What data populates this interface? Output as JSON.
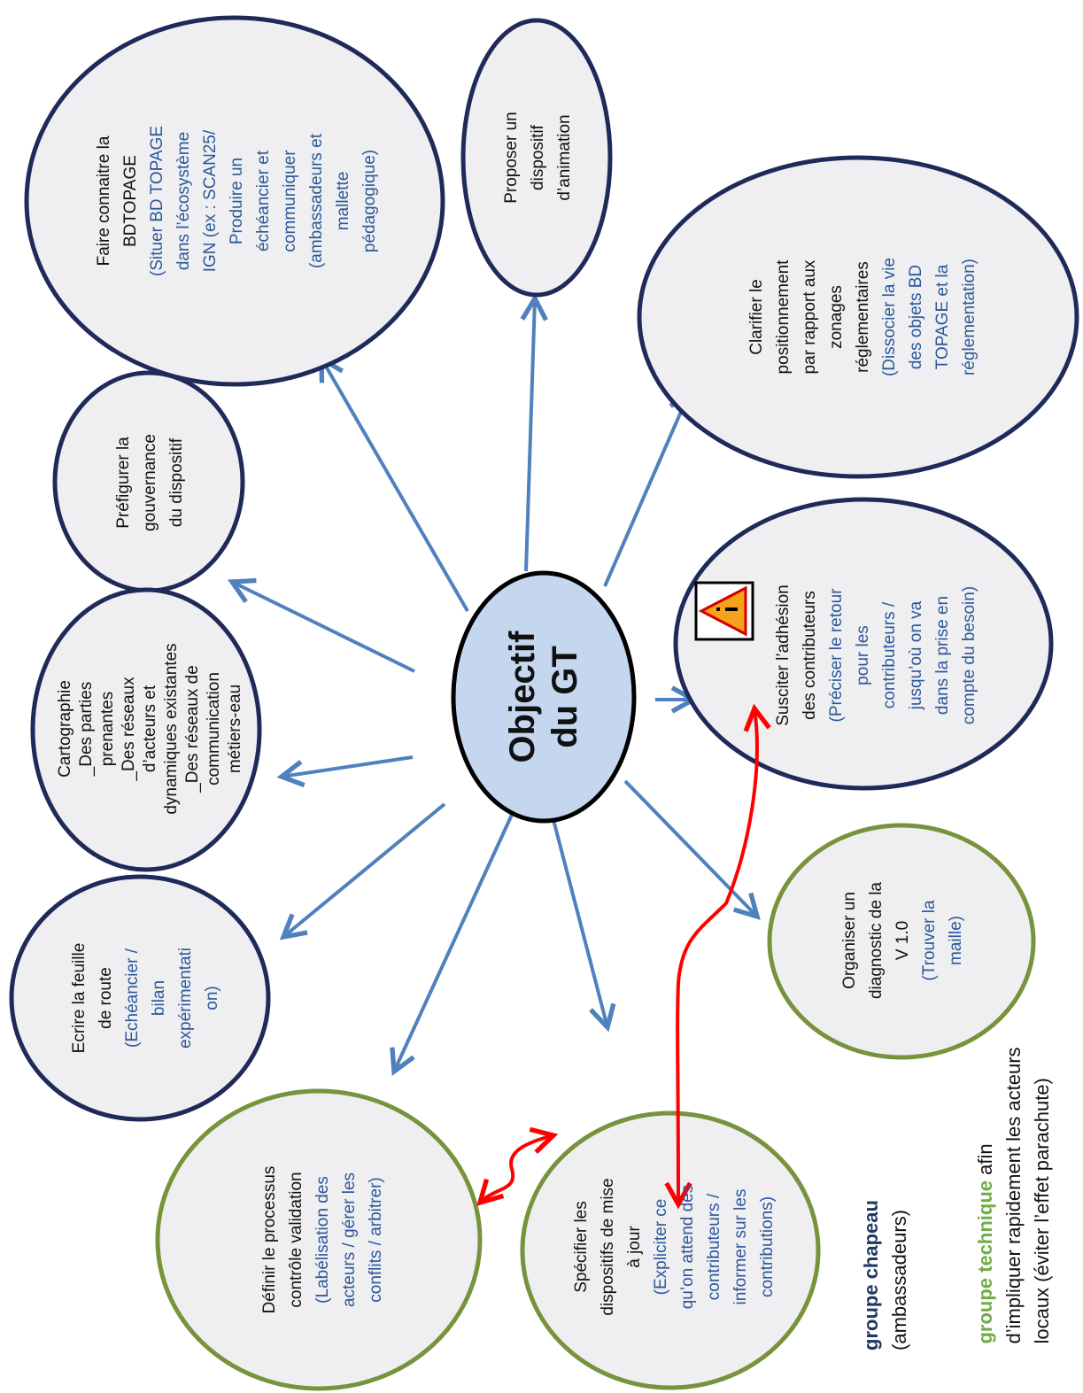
{
  "center": {
    "line1": "Objectif",
    "line2": "du GT"
  },
  "nodes": {
    "faire_connaitre": {
      "title": [
        "Faire connaitre la",
        "BDTOPAGE"
      ],
      "detail": [
        "(Situer BD TOPAGE",
        "dans l’écosystème",
        "IGN (ex : SCAN25/",
        "Produire un",
        "échéancier et",
        "communiquer",
        "(ambassadeurs et",
        "mallette",
        "pédagogique)"
      ]
    },
    "proposer": {
      "title": [
        "Proposer un",
        "dispositif",
        "d’animation"
      ]
    },
    "clarifier": {
      "title": [
        "Clarifier le",
        "positionnement",
        "par rapport aux",
        "zonages",
        "réglementaires"
      ],
      "detail": [
        "(Dissocier la vie",
        "des objets BD",
        "TOPAGE et la",
        "réglementation)"
      ]
    },
    "prefigurer": {
      "title": [
        "Préfigurer la",
        "gouvernance",
        "du dispositif"
      ]
    },
    "cartographie": {
      "title": [
        "Cartographie",
        "_Des parties",
        "prenantes",
        "_Des réseaux",
        "d’acteurs et",
        "dynamiques existantes",
        "_Des réseaux de",
        "communication",
        "métiers-eau"
      ]
    },
    "susciter": {
      "title": [
        "Susciter l’adhésion",
        "des contributeurs"
      ],
      "detail": [
        "(Préciser le retour",
        "pour les",
        "contributeurs /",
        "jusqu’où on va",
        "dans la prise en",
        "compte du besoin)"
      ]
    },
    "ecrire": {
      "title": [
        "Ecrire la feuille",
        "de route"
      ],
      "detail": [
        "(Echéancier /",
        "bilan",
        "expérimentati",
        "on)"
      ]
    },
    "organiser": {
      "title": [
        "Organiser un",
        "diagnostic de la",
        "V 1.0"
      ],
      "detail": [
        "(Trouver la",
        "maille)"
      ]
    },
    "definir": {
      "title": [
        "Définir le processus",
        "contrôle validation"
      ],
      "detail": [
        "(Labélisation des",
        "acteurs / gérer les",
        "conflits / arbitrer)"
      ]
    },
    "specifier": {
      "title": [
        "Spécifier les",
        "dispositifs de mise",
        "à jour"
      ],
      "detail": [
        "(Expliciter ce",
        "qu’on attend des",
        "contributeurs /",
        "informer sur les",
        "contributions)"
      ]
    }
  },
  "legend": {
    "chapeau_bold": "groupe chapeau",
    "chapeau_rest": "(ambassadeurs)",
    "technique_bold": "groupe technique",
    "technique_rest_1": " afin",
    "technique_rest_2": "d’impliquer rapidement les acteurs",
    "technique_rest_3": "locaux (éviter l’effet parachute)"
  },
  "colors": {
    "navy_border": "#1f2a5a",
    "green_border": "#77933c",
    "node_fill": "#efeff1",
    "center_fill": "#c5d7ef",
    "blue_arrow": "#4f81bd",
    "red_arrow": "#ff0000",
    "detail_text": "#2b579a"
  },
  "icons": {
    "warning": "warning-icon"
  }
}
